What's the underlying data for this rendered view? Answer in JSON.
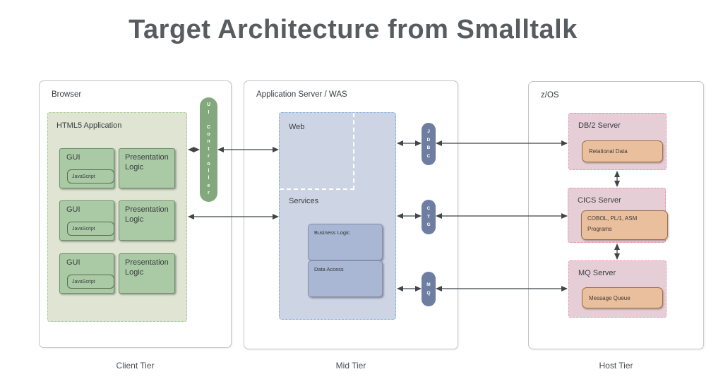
{
  "title": "Target Architecture from Smalltalk",
  "client_tier": {
    "container_label": "Browser",
    "tier_label": "Client Tier",
    "html5_app_label": "HTML5 Application",
    "rows": [
      {
        "gui": "GUI",
        "js": "JavaScript",
        "logic": "Presentation Logic"
      },
      {
        "gui": "GUI",
        "js": "JavaScript",
        "logic": "Presentation Logic"
      },
      {
        "gui": "GUI",
        "js": "JavaScript",
        "logic": "Presentation Logic"
      }
    ],
    "ui_controller_label": "UI Controller"
  },
  "mid_tier": {
    "container_label": "Application Server / WAS",
    "tier_label": "Mid Tier",
    "web_label": "Web",
    "services_label": "Services",
    "business_logic_label": "Business Logic",
    "data_access_label": "Data Access",
    "connectors": [
      {
        "label": "JDBC"
      },
      {
        "label": "CTG"
      },
      {
        "label": "MQ"
      }
    ]
  },
  "host_tier": {
    "container_label": "z/OS",
    "tier_label": "Host Tier",
    "servers": [
      {
        "label": "DB/2 Server",
        "component": "Relational Data"
      },
      {
        "label": "CICS Server",
        "component": "COBOL, PL/1, ASM Programs"
      },
      {
        "label": "MQ Server",
        "component": "Message Queue"
      }
    ]
  },
  "colors": {
    "client_green_fill": "#dfe4d3",
    "client_green_border": "#a6cc8f",
    "gui_fill": "#a9caa4",
    "gui_border": "#6f8f6b",
    "ui_controller_fill": "#84a87d",
    "mid_blue_fill": "#cdd4e4",
    "mid_blue_border": "#7db0e8",
    "service_box_fill": "#a9b6d4",
    "connector_fill": "#6e7ea2",
    "host_pink_fill": "#e6ced7",
    "host_pink_border": "#f090a6",
    "host_orange_fill": "#eabf9d",
    "host_orange_border": "#9c7045",
    "arrow": "#3f4548",
    "title_text": "#595c5e"
  }
}
